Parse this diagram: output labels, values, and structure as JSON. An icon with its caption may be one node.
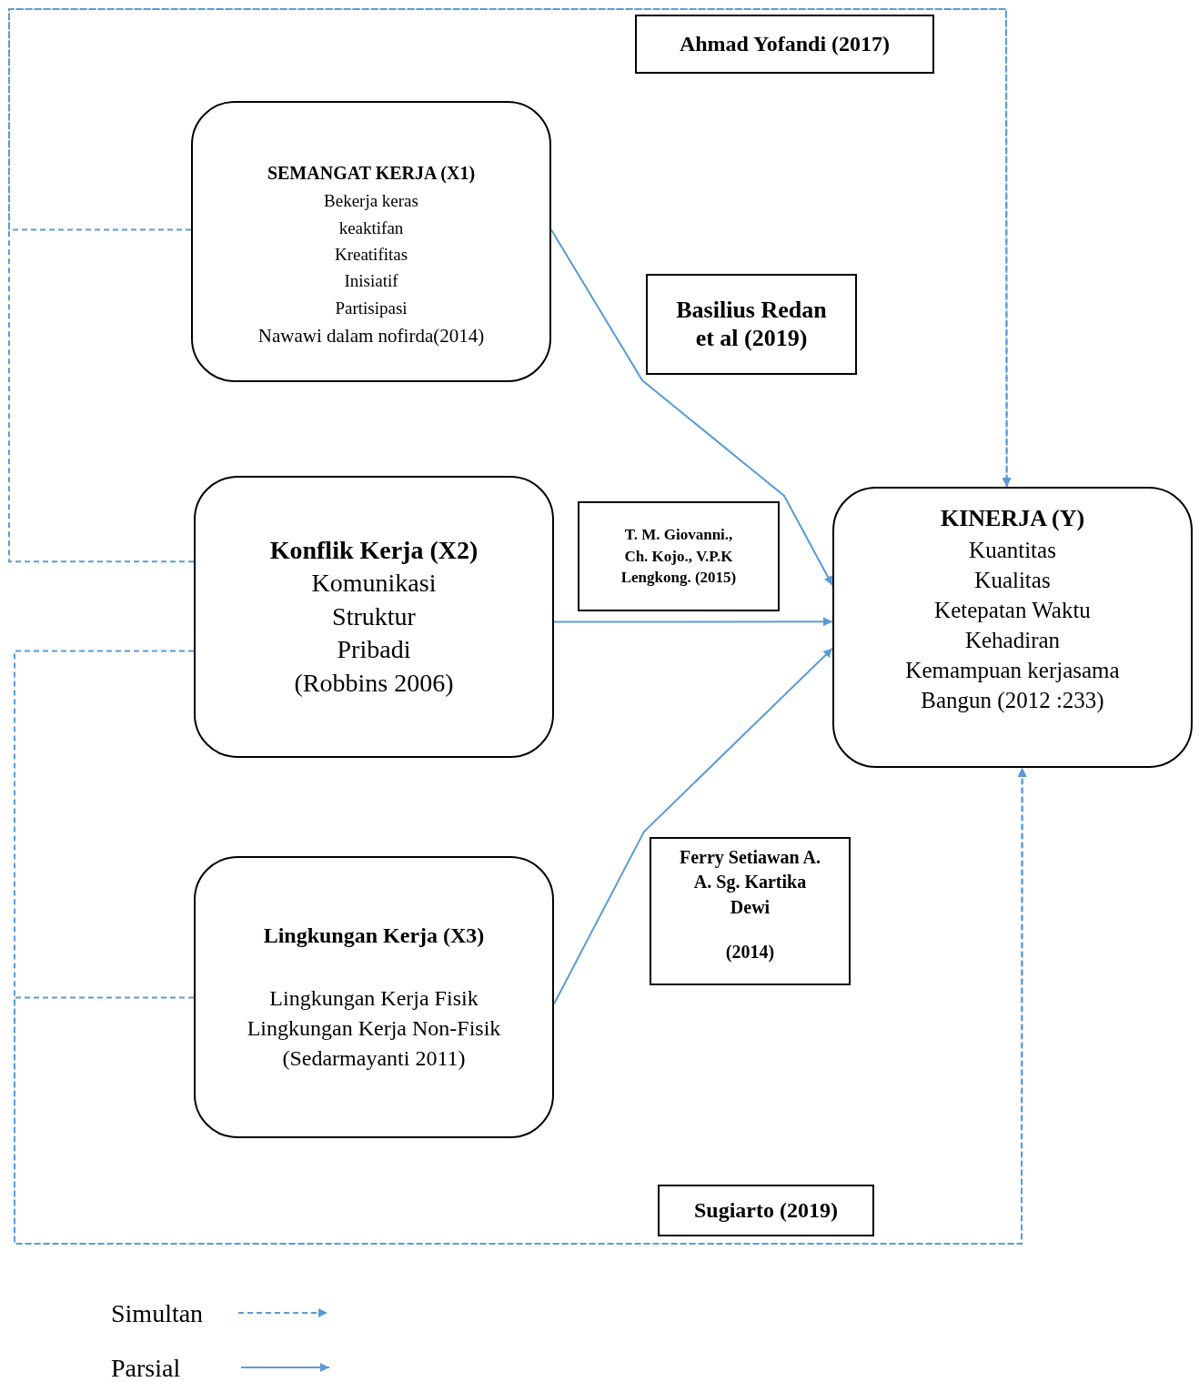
{
  "diagram": {
    "nodes": [
      {
        "text": [
          "Ahmad Yofandi (2017)"
        ]
      },
      {
        "text": [
          "SEMANGAT KERJA (X1)",
          "Bekerja keras",
          "keaktifan",
          "Kreatifitas",
          "Inisiatif",
          "Partisipasi",
          "Nawawi dalam nofirda(2014)"
        ]
      },
      {
        "text": [
          "Basilius Redan et al (2019)"
        ]
      },
      {
        "text": [
          "Konflik Kerja (X2)",
          "Komunikasi",
          "Struktur",
          "Pribadi",
          "(Robbins 2006)"
        ]
      },
      {
        "text": [
          "T. M. Giovanni., Ch. Kojo., V.P.K Lengkong. (2015)"
        ]
      },
      {
        "text": [
          "KINERJA (Y)",
          "Kuantitas",
          "Kualitas",
          "Ketepatan Waktu",
          "Kehadiran",
          "Kemampuan kerjasama",
          "Bangun (2012 :233)"
        ]
      },
      {
        "text": [
          "Lingkungan Kerja (X3)",
          "Lingkungan Kerja Fisik",
          "Lingkungan Kerja Non-Fisik",
          "(Sedarmayanti 2011)"
        ]
      },
      {
        "text": [
          "Ferry Setiawan A. A. Sg. Kartika Dewi",
          "(2014)"
        ]
      },
      {
        "text": [
          "Sugiarto (2019)"
        ]
      }
    ],
    "edges": [
      {
        "from": 1,
        "to": 5,
        "arrow": "to"
      },
      {
        "from": 3,
        "to": 5,
        "arrow": "to"
      },
      {
        "from": 6,
        "to": 5,
        "arrow": "to"
      },
      {
        "from": 1,
        "to": 5,
        "arrow": "to",
        "style": "dashed"
      },
      {
        "from": 3,
        "to": 5,
        "arrow": "to",
        "style": "dashed"
      },
      {
        "from": 3,
        "to": 5,
        "arrow": "to",
        "style": "dashed"
      },
      {
        "from": 6,
        "to": 5,
        "arrow": "to",
        "style": "dashed"
      }
    ],
    "legend": [
      {
        "text": "Simultan"
      },
      {
        "text": "Parsial"
      }
    ]
  }
}
